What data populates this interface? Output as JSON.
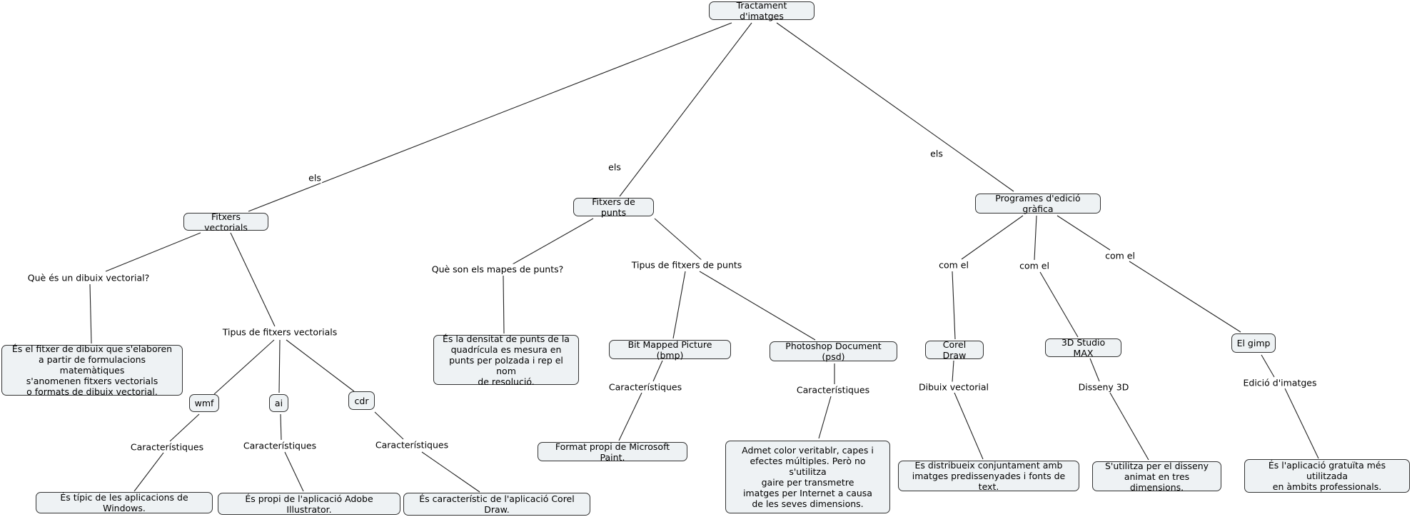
{
  "nodes": {
    "root": "Tractament d'imatges",
    "vectorials": "Fitxers vectorials",
    "punts": "Fitxers de punts",
    "programes": "Programes d'edició gràfica",
    "def_vectorial": "És el fitxer de dibuix que s'elaboren\na partir de formulacions matemàtiques\ns'anomenen fitxers vectorials\no formats de dibuix vectorial.",
    "wmf": "wmf",
    "ai": "ai",
    "cdr": "cdr",
    "wmf_desc": "És típic de les aplicacions de Windows.",
    "ai_desc": "És propi de l'aplicació Adobe Illustrator.",
    "cdr_desc": "És característic de l'aplicació Corel Draw.",
    "def_punts": "És la densitat de punts de la\nquadrícula es mesura en\npunts per polzada i rep el nom\nde resolució.",
    "bmp": "Bit Mapped Picture (bmp)",
    "psd": "Photoshop Document (psd)",
    "bmp_desc": "Format propi de Microsoft Paint.",
    "psd_desc": "Admet color veritablr, capes i\nefectes múltiples. Però no s'utilitza\ngaire per transmetre\nimatges per Internet a causa\nde les seves dimensions.",
    "corel": "Corel Draw",
    "studio": "3D Studio MAX",
    "gimp": "El gimp",
    "corel_desc": "Es distribueix conjuntament amb\nimatges predissenyades i fonts de text.",
    "studio_desc": "S'utilitza per el disseny\nanimat en tres dimensions.",
    "gimp_desc": "És l'aplicació gratuïta més utilitzada\nen àmbits professionals."
  },
  "links": {
    "els_1": "els",
    "els_2": "els",
    "els_3": "els",
    "que_vectorial": "Què és un dibuix vectorial?",
    "tipus_vectorials": "Tipus de fitxers vectorials",
    "car_wmf": "Característiques",
    "car_ai": "Característiques",
    "car_cdr": "Característiques",
    "que_punts": "Què son els mapes de punts?",
    "tipus_punts": "Tipus de fitxers de punts",
    "car_bmp": "Característiques",
    "car_psd": "Característiques",
    "com_el_1": "com el",
    "com_el_2": "com el",
    "com_el_3": "com el",
    "dibuix_vectorial": "Dibuix vectorial",
    "disseny_3d": "Disseny 3D",
    "edicio_imatges": "Edició d'imatges"
  }
}
